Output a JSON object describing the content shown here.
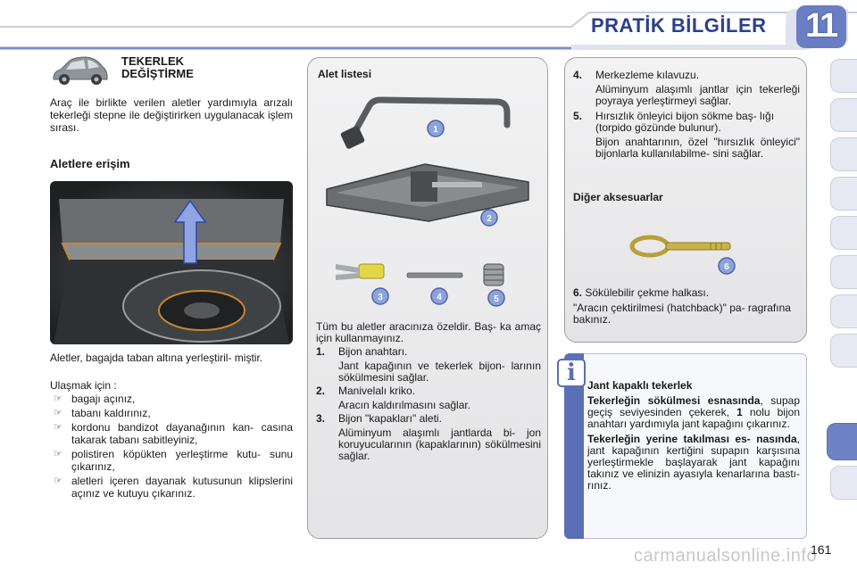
{
  "header": {
    "title": "PRATİK BİLGİLER",
    "chapter": "11"
  },
  "colors": {
    "header_blue": "#2c3f8c",
    "tab_active": "#6f82c6",
    "info_bar": "#5b6fb6"
  },
  "section": {
    "title_line1": "TEKERLEK",
    "title_line2": "DEĞİŞTİRME",
    "intro": "Araç ile birlikte verilen aletler yardımıyla arızalı tekerleği stepne ile değiştirirken uygulanacak işlem sırası.",
    "icon": "car-icon"
  },
  "access": {
    "heading": "Aletlere erişim",
    "description": "Aletler, bagajda taban altına yerleştiril- miştir.",
    "howto": "Ulaşmak için :",
    "bullet_symbol": "☞",
    "steps": [
      "bagajı açınız,",
      "tabanı kaldırınız,",
      "kordonu bandizot dayanağının kan- casına takarak tabanı sabitleyiniz,",
      "polistiren köpükten yerleştirme kutu- sunu çıkarınız,",
      "aletleri içeren dayanak kutusunun klipslerini açınız ve kutuyu çıkarınız."
    ]
  },
  "tools": {
    "heading": "Alet listesi",
    "intro": "Tüm bu aletler aracınıza özeldir. Baş- ka amaç için kullanmayınız.",
    "labels": [
      "1",
      "2",
      "3",
      "4",
      "5"
    ],
    "items": [
      {
        "num": "1.",
        "name": "Bijon anahtarı.",
        "desc": "Jant kapağının ve tekerlek bijon- larının sökülmesini sağlar."
      },
      {
        "num": "2.",
        "name": "Manivelalı kriko.",
        "desc": "Aracın kaldırılmasını sağlar."
      },
      {
        "num": "3.",
        "name": "Bijon \"kapakları\" aleti.",
        "desc": "Alüminyum alaşımlı jantlarda bi- jon koruyucularının (kapaklarının) sökülmesini sağlar."
      }
    ]
  },
  "more": {
    "items": [
      {
        "num": "4.",
        "name": "Merkezleme kılavuzu.",
        "desc": "Alüminyum alaşımlı jantlar için tekerleği poyraya yerleştirmeyi sağlar."
      },
      {
        "num": "5.",
        "name": "Hırsızlık önleyici bijon sökme baş- lığı (torpido gözünde bulunur).",
        "desc": "Bijon anahtarının, özel \"hırsızlık önleyici\" bijonlarla kullanılabilme- sini sağlar."
      }
    ],
    "heading": "Diğer aksesuarlar",
    "tow_label": "6",
    "tow_num": "6.",
    "tow_name": "Sökülebilir çekme halkası.",
    "tow_ref": "\"Aracın çektirilmesi (hatchback)\" pa- ragrafına bakınız."
  },
  "info": {
    "icon_letter": "i",
    "title": "Jant kapaklı tekerlek",
    "removal_bold": "Tekerleğin sökülmesi esnasında",
    "removal_text_a": ", supap geçiş seviyesinden çekerek,",
    "removal_num": "1",
    "removal_text_b": " nolu bijon anahtarı yardımıyla jant kapağını çıkarınız.",
    "refit_bold": "Tekerleğin yerine takılması es- nasında",
    "refit_text": ", jant kapağının kertiğini supapın karşısına yerleştirmekle başlayarak jant kapağını takınız ve elinizin ayasıyla kenarlarına bastı- rınız."
  },
  "page": {
    "number": "161",
    "watermark": "carmanualsonline.info"
  }
}
